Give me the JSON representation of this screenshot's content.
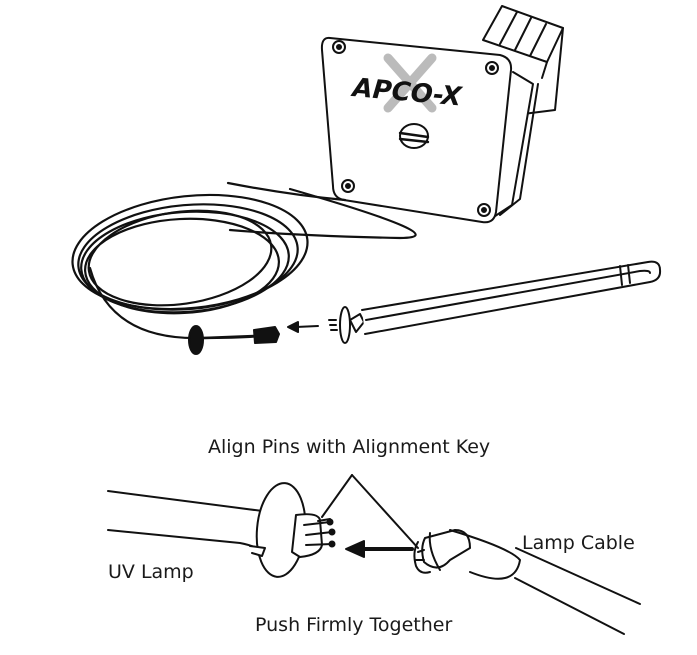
{
  "device": {
    "brand": "APCO-X"
  },
  "labels": {
    "align_pins": "Align Pins with Alignment Key",
    "uv_lamp": "UV Lamp",
    "lamp_cable": "Lamp Cable",
    "push_together": "Push Firmly Together"
  },
  "colors": {
    "line": "#111111",
    "background": "#ffffff"
  },
  "icons": [
    "arrow-left-icon",
    "logo-emblem-icon"
  ]
}
